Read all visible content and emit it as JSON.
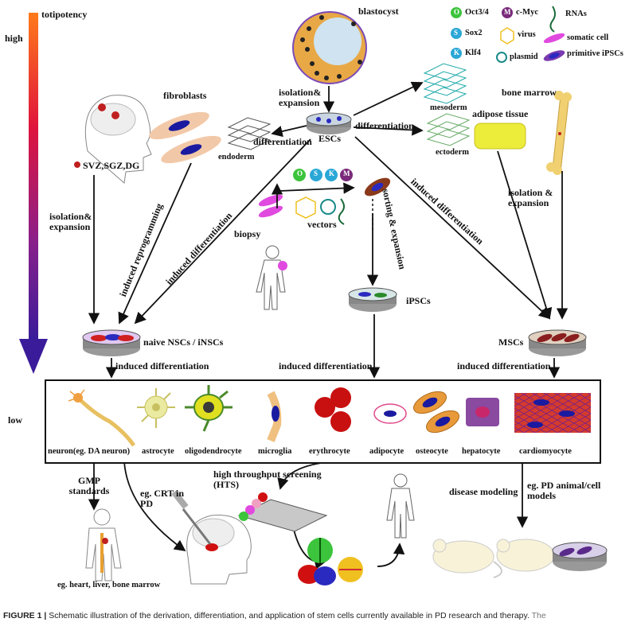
{
  "totipotency_axis": {
    "high": "high",
    "low": "low",
    "title": "totipotency"
  },
  "legend": [
    {
      "symbol": "O",
      "label": "Oct3/4",
      "color": "#3cc43c"
    },
    {
      "symbol": "S",
      "label": "Sox2",
      "color": "#2aa7d6"
    },
    {
      "symbol": "K",
      "label": "Klf4",
      "color": "#2aa7d6"
    },
    {
      "symbol": "M",
      "label": "c-Myc",
      "color": "#7a2a7a"
    },
    {
      "label": "virus"
    },
    {
      "label": "plasmid"
    },
    {
      "label": "RNAs"
    },
    {
      "label": "somatic cell"
    },
    {
      "label": "primitive iPSCs"
    }
  ],
  "factors": [
    "O",
    "S",
    "K",
    "M"
  ],
  "nodes": {
    "blastocyst": "blastocyst",
    "escs": "ESCs",
    "fibroblasts": "fibroblasts",
    "endoderm": "endoderm",
    "mesoderm": "mesoderm",
    "ectoderm": "ectoderm",
    "svz": "SVZ,SGZ,DG",
    "adipose": "adipose tissue",
    "bone_marrow": "bone marrow",
    "biopsy": "biopsy",
    "vectors": "vectors",
    "ipscs": "iPSCs",
    "nscs": "naive NSCs / iNSCs",
    "mscs": "MSCs"
  },
  "edges": {
    "isolation_expansion_top": "isolation& expansion",
    "differentiation_left": "differentiation",
    "differentiation_right": "differentiation",
    "isolation_expansion_left": "isolation& expansion",
    "induced_reprogramming": "induced reprogramming",
    "induced_differentiation_diag": "induced differentiation",
    "sorting_expansion": "sorting & expansion",
    "induced_differentiation_right_diag": "induced differentiation",
    "isolation_expansion_right": "isolation & expansion",
    "induced_diff_nsc": "induced differentiation",
    "induced_diff_ipsc": "induced differentiation",
    "induced_diff_msc": "induced differentiation"
  },
  "cell_types": [
    "neuron(eg. DA neuron)",
    "astrocyte",
    "oligodendrocyte",
    "microglia",
    "erythrocyte",
    "adipocyte",
    "osteocyte",
    "hepatocyte",
    "cardiomyocyte"
  ],
  "applications": {
    "gmp": "GMP standards",
    "organs": "eg. heart, liver, bone marrow",
    "crt": "eg. CRT in PD",
    "hts": "high throughput screening (HTS)",
    "disease_modeling": "disease modeling",
    "pd_models": "eg. PD animal/cell models"
  },
  "caption": {
    "label": "FIGURE 1 |",
    "text": "Schematic illustration of the derivation, differentiation, and application of stem cells currently available in PD research and therapy.",
    "tail": "The"
  }
}
